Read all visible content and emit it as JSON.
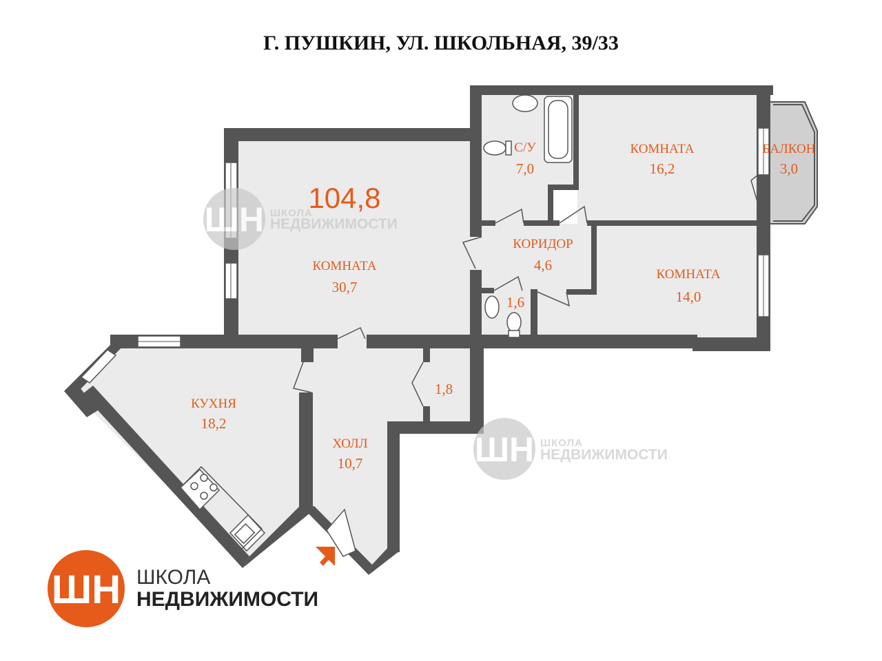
{
  "title": "Г. ПУШКИН, УЛ. ШКОЛЬНАЯ, 39/33",
  "total_area": "104,8",
  "rooms": {
    "room_big": {
      "label": "КОМНАТА",
      "area": "30,7"
    },
    "bathroom": {
      "label": "С/У",
      "area": "7,0"
    },
    "room_16": {
      "label": "КОМНАТА",
      "area": "16,2"
    },
    "balcony": {
      "label": "БАЛКОН",
      "area": "3,0"
    },
    "corridor": {
      "label": "КОРИДОР",
      "area": "4,6"
    },
    "toilet": {
      "area": "1,6"
    },
    "room_14": {
      "label": "КОМНАТА",
      "area": "14,0"
    },
    "kitchen": {
      "label": "КУХНЯ",
      "area": "18,2"
    },
    "closet": {
      "area": "1,8"
    },
    "hall": {
      "label": "ХОЛЛ",
      "area": "10,7"
    }
  },
  "brand": {
    "logo_letters": "ШН",
    "line1": "ШКОЛА",
    "line2": "НЕДВИЖИМОСТИ"
  },
  "colors": {
    "accent": "#e65a1a",
    "wall": "#555555",
    "floor": "#ebebeb",
    "watermark": "#c8c8c8"
  },
  "icons": {
    "entrance": "entrance-arrow-icon",
    "logo": "shkola-nedvizhimosti-logo"
  }
}
